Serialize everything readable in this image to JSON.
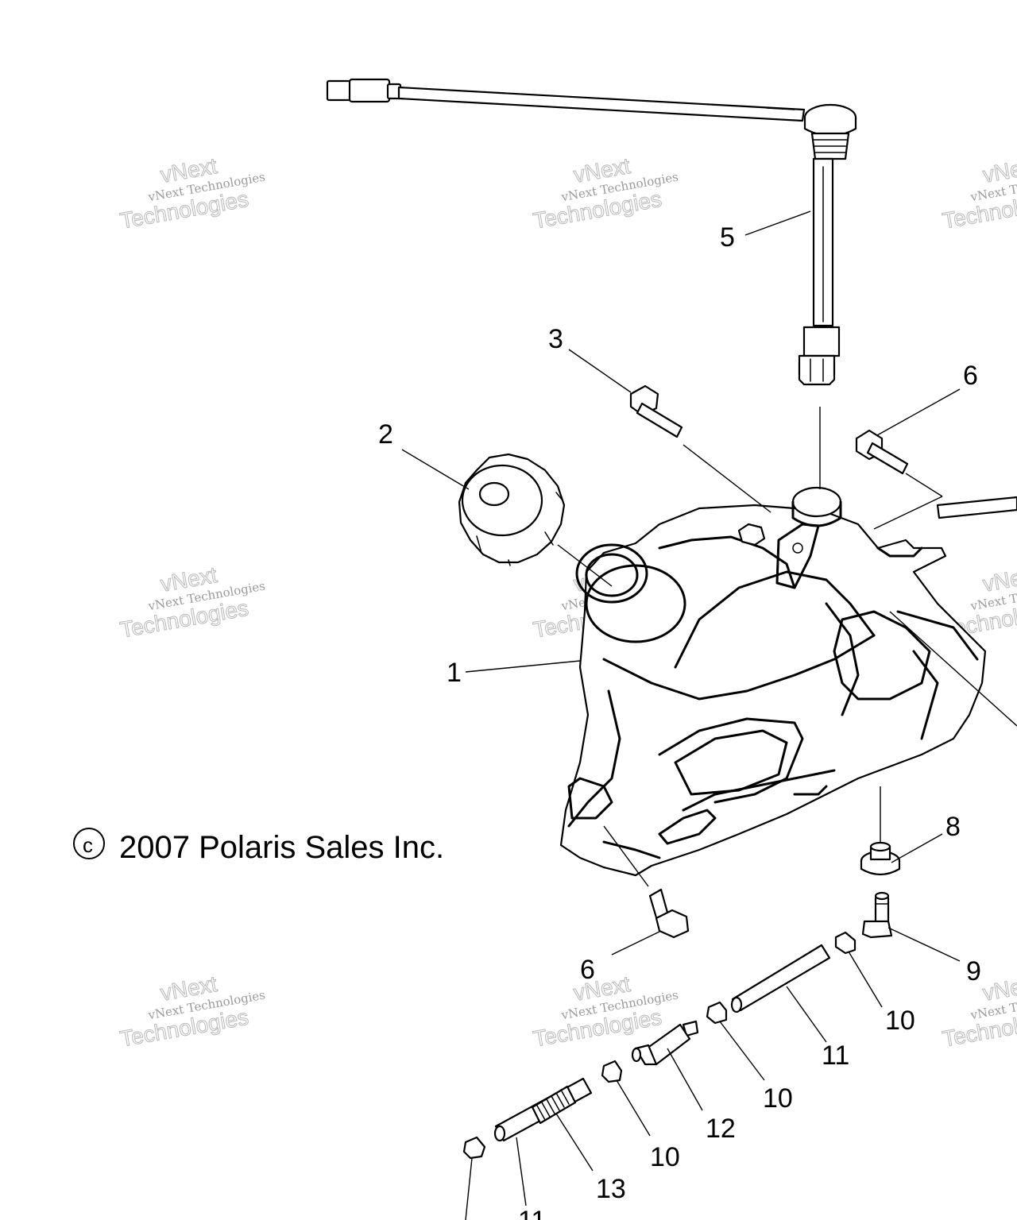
{
  "copyright": {
    "symbol": "c",
    "text": "2007 Polaris Sales Inc."
  },
  "watermark": {
    "line1": "vNext Technologies",
    "line2": "Technologies",
    "line3": "vNext"
  },
  "callouts": {
    "c1": "1",
    "c2": "2",
    "c3": "3",
    "c5": "5",
    "c6a": "6",
    "c6b": "6",
    "c8": "8",
    "c9": "9",
    "c10a": "10",
    "c10b": "10",
    "c10c": "10",
    "c11a": "11",
    "c11b": "11",
    "c12": "12",
    "c13": "13"
  }
}
